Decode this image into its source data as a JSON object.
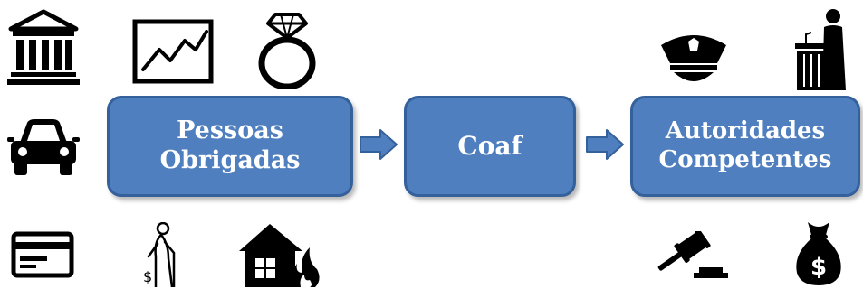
{
  "nodes": {
    "pessoas": {
      "line1": "Pessoas",
      "line2": "Obrigadas"
    },
    "coaf": {
      "label": "Coaf"
    },
    "autoridades": {
      "line1": "Autoridades",
      "line2": "Competentes"
    }
  },
  "colors": {
    "box_fill": "#4f7fbe",
    "box_border": "#34609b",
    "arrow_fill": "#4f7fbe",
    "icon": "#000000"
  },
  "icons": [
    "bank-icon",
    "stock-chart-icon",
    "diamond-ring-icon",
    "car-icon",
    "credit-card-icon",
    "elderly-person-cash-icon",
    "house-fire-icon",
    "police-cap-icon",
    "judge-podium-icon",
    "gavel-icon",
    "money-bag-icon"
  ]
}
